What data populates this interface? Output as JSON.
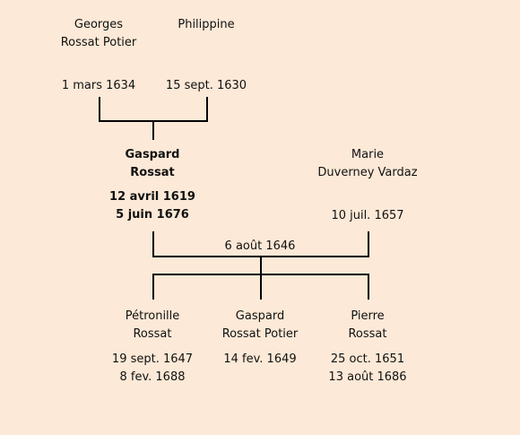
{
  "parents": {
    "father": {
      "name_line1": "Georges",
      "name_line2": "Rossat Potier",
      "date1": "1 mars 1634"
    },
    "mother": {
      "name_line1": "Philippine",
      "name_line2": "",
      "date1": "15 sept. 1630"
    }
  },
  "couple": {
    "subject": {
      "name_line1": "Gaspard",
      "name_line2": "Rossat",
      "date1": "12 avril 1619",
      "date2": "5 juin 1676"
    },
    "spouse": {
      "name_line1": "Marie",
      "name_line2": "Duverney Vardaz",
      "date1": "10 juil. 1657"
    },
    "marriage_date": "6 août 1646"
  },
  "children": [
    {
      "name_line1": "Pétronille",
      "name_line2": "Rossat",
      "date1": "19 sept. 1647",
      "date2": "8 fev. 1688"
    },
    {
      "name_line1": "Gaspard",
      "name_line2": "Rossat Potier",
      "date1": "14 fev. 1649",
      "date2": ""
    },
    {
      "name_line1": "Pierre",
      "name_line2": "Rossat",
      "date1": "25 oct. 1651",
      "date2": "13 août 1686"
    }
  ],
  "colors": {
    "background": "#fce9d7",
    "lines": "#000000"
  }
}
